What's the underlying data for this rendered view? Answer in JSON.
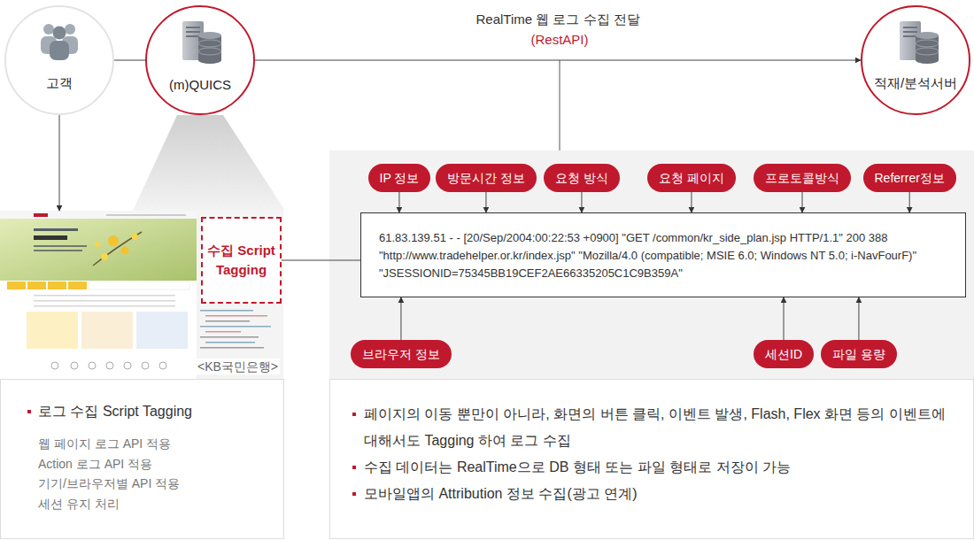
{
  "diagram": {
    "nodes": [
      {
        "text": [
          "고객"
        ]
      },
      {
        "text": [
          "(m)QUICS"
        ]
      },
      {
        "text": [
          "적재/분석서버"
        ]
      },
      {
        "text": [
          "IP 정보"
        ]
      },
      {
        "text": [
          "방문시간 정보"
        ]
      },
      {
        "text": [
          "요청 방식"
        ]
      },
      {
        "text": [
          "요청 페이지"
        ]
      },
      {
        "text": [
          "프로토콜방식"
        ]
      },
      {
        "text": [
          "Referrer정보"
        ]
      },
      {
        "text": [
          "<KB국민은행>"
        ]
      },
      {
        "text": [
          "수집 Script Tagging"
        ],
        "in": 9
      },
      {
        "text": [
          "61.83.139.51 - - [20/Sep/2004:00:22:53 +0900] \"GET /common/kr_side_plan.jsp HTTP/1.1\" 200 388 \"http://www.tradehelper.or.kr/index.jsp\" \"Mozilla/4.0 (compatible; MSIE 6.0; Windows NT 5.0; i-NavFourF)\" \"JSESSIONID=75345BB19CEF2AE66335205C1C9B359A\""
        ]
      },
      {
        "text": [
          "브라우저 정보"
        ]
      },
      {
        "text": [
          "세션ID"
        ]
      },
      {
        "text": [
          "파일 용량"
        ]
      },
      {
        "text": [
          "로그 수집 Script Tagging",
          "웹 페이지 로그 API 적용",
          "Action 로그 API 적용",
          "기기/브라우저별 API 적용",
          "세션 유지 처리"
        ]
      },
      {
        "text": [
          "페이지의 이동 뿐만이 아니라, 화면의 버튼 클릭, 이벤트 발생, Flash, Flex 화면 등의 이벤트에 대해서도 Tagging 하여 로그 수집",
          "수집 데이터는 RealTime으로 DB 형태 또는 파일 형태로 저장이 가능",
          "모바일앱의 Attribution 정보 수집(광고 연계)"
        ]
      }
    ],
    "edges": [
      {
        "from": 0,
        "to": 1,
        "arrow": "none"
      },
      {
        "from": 0,
        "to": 9,
        "arrow": "to"
      },
      {
        "from": 1,
        "to": 2,
        "label": "RealTime 웹 로그 수집 전달",
        "arrow": "to"
      },
      {
        "from": 10,
        "to": 11,
        "arrow": "none"
      },
      {
        "from": 3,
        "to": 11,
        "arrow": "to"
      },
      {
        "from": 4,
        "to": 11,
        "arrow": "to"
      },
      {
        "from": 5,
        "to": 11,
        "arrow": "to"
      },
      {
        "from": 6,
        "to": 11,
        "arrow": "to"
      },
      {
        "from": 7,
        "to": 11,
        "arrow": "to"
      },
      {
        "from": 8,
        "to": 11,
        "arrow": "to"
      },
      {
        "from": 12,
        "to": 11,
        "arrow": "to"
      },
      {
        "from": 13,
        "to": 11,
        "arrow": "to"
      },
      {
        "from": 14,
        "to": 11,
        "arrow": "to"
      }
    ],
    "labels": [
      "(RestAPI)"
    ]
  }
}
